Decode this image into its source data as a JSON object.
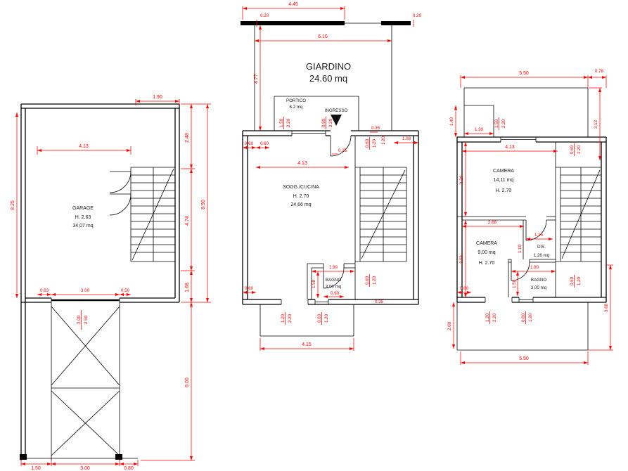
{
  "drawing": {
    "colors": {
      "walls": "#000000",
      "dimensions": "#ff0000",
      "labels": "#1a1a1a"
    },
    "garage_plan": {
      "room": {
        "name": "GARAGE",
        "height": "H. 2.63",
        "area": "34,07 mq"
      },
      "dims": {
        "stair_width": "1.90",
        "interior_width": "4.13",
        "interior_height": "8.25",
        "right_top": "2.48",
        "right_mid": "4.74",
        "right_bottom": "1.68",
        "right_total": "8.90",
        "driveway_height": "6.00",
        "front_left": "0.63",
        "front_door": "3.00",
        "front_right": "0.50",
        "door_width": "3.00",
        "door_height": "2.50",
        "bottom_left": "1.50",
        "bottom_mid": "3.00",
        "bottom_right": "0.80"
      }
    },
    "ground_plan": {
      "garden": {
        "name": "GIARDINO",
        "area": "24.60 mq"
      },
      "portico": {
        "name": "PORTICO",
        "area": "6.2 mq"
      },
      "entrance": {
        "name": "INGRESSO"
      },
      "living": {
        "name": "SOGG./CUCINA",
        "height": "H. 2.70",
        "area": "24,66 mq"
      },
      "bath": {
        "name": "BAGNO",
        "area": "3,00 mq"
      },
      "dims": {
        "fence_width": "4.45",
        "fence_thick_left": "0.20",
        "fence_thick_right": "0.20",
        "garden_width": "6.10",
        "garden_depth": "4.77",
        "window1_w": "1.50",
        "window1_h": "2.20",
        "entry_w": "0.90",
        "entry_h": "2.20",
        "jog_a": "0.35",
        "jog_b": "1.20",
        "jog_c": "1.08",
        "pier_a": "0.60",
        "pier_b": "0.60",
        "wall_offset": "0.25",
        "living_width": "4.13",
        "window2_w": "0.60",
        "window2_h": "1.20",
        "bath_width": "1.90",
        "bath_depth": "1.58",
        "bath_door": "0.90",
        "window3_w": "0.60",
        "window3_h": "1.20",
        "bottom_left": "0.60",
        "bottom_right": "0.35",
        "porch_door_w": "1.20",
        "porch_door_h": "2.20",
        "porch_win_w": "0.60",
        "porch_win_h": "1.20",
        "porch_width": "4.15"
      }
    },
    "first_floor_plan": {
      "bedroom1": {
        "name": "CAMERA",
        "area": "14,11 mq",
        "height": "H. 2.70"
      },
      "bedroom2": {
        "name": "CAMERA",
        "area": "9,00 mq",
        "height": "H. 2.70"
      },
      "hallway": {
        "name": "DIS.",
        "area": "1,26 mq"
      },
      "bath": {
        "name": "BAGNO",
        "area": "3,00 mq"
      },
      "dims": {
        "top_width": "5.50",
        "top_right": "0.78",
        "notch_h": "1.40",
        "notch_w": "1.30",
        "window1_w": "1.50",
        "window1_h": "2.20",
        "right_height": "3.13",
        "bedroom1_width": "4.13",
        "window2_w": "0.60",
        "window2_h": "1.20",
        "bedroom1_depth": "3.20",
        "bedroom2_width": "2.68",
        "hall_width": "1.15",
        "hall_depth": "1.10",
        "bedroom2_depth": "3.56",
        "bath_width": "1.90",
        "bath_depth": "1.58",
        "window3_w": "0.60",
        "window3_h": "1.20",
        "bottom_left": "0.60",
        "balc_door_w": "1.20",
        "balc_door_h": "2.20",
        "balc_win_w": "0.60",
        "balc_win_h": "1.20",
        "balcony_depth": "2.00",
        "balcony_right": "3.68",
        "bottom_width": "5.50"
      }
    }
  }
}
